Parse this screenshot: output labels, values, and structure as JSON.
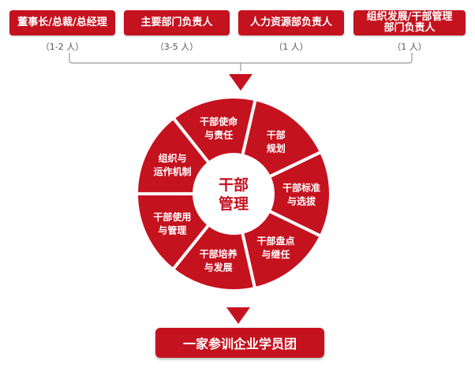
{
  "roles": [
    {
      "title": "董事长/总裁/总经理",
      "count": "（1-2 人）"
    },
    {
      "title": "主要部门负责人",
      "count": "（3-5 人）"
    },
    {
      "title": "人力资源部负责人",
      "count": "（1 人）"
    },
    {
      "title_lines": [
        "组织发展/干部管理",
        "部门负责人"
      ],
      "count": "（1 人）"
    }
  ],
  "wheel": {
    "center_lines": [
      "干部",
      "管理"
    ],
    "segments": [
      {
        "lines": [
          "干部",
          "规划"
        ]
      },
      {
        "lines": [
          "干部标准",
          "与选拔"
        ]
      },
      {
        "lines": [
          "干部盘点",
          "与继任"
        ]
      },
      {
        "lines": [
          "干部培养",
          "与发展"
        ]
      },
      {
        "lines": [
          "干部使用",
          "与管理"
        ]
      },
      {
        "lines": [
          "组织与",
          "运作机制"
        ]
      },
      {
        "lines": [
          "干部使命",
          "与责任"
        ]
      }
    ]
  },
  "target": {
    "label": "一家参训企业学员团"
  },
  "colors": {
    "accent": "#c5121f",
    "divider": "#ffffff",
    "text_muted": "#555555",
    "bracket": "#999999"
  }
}
